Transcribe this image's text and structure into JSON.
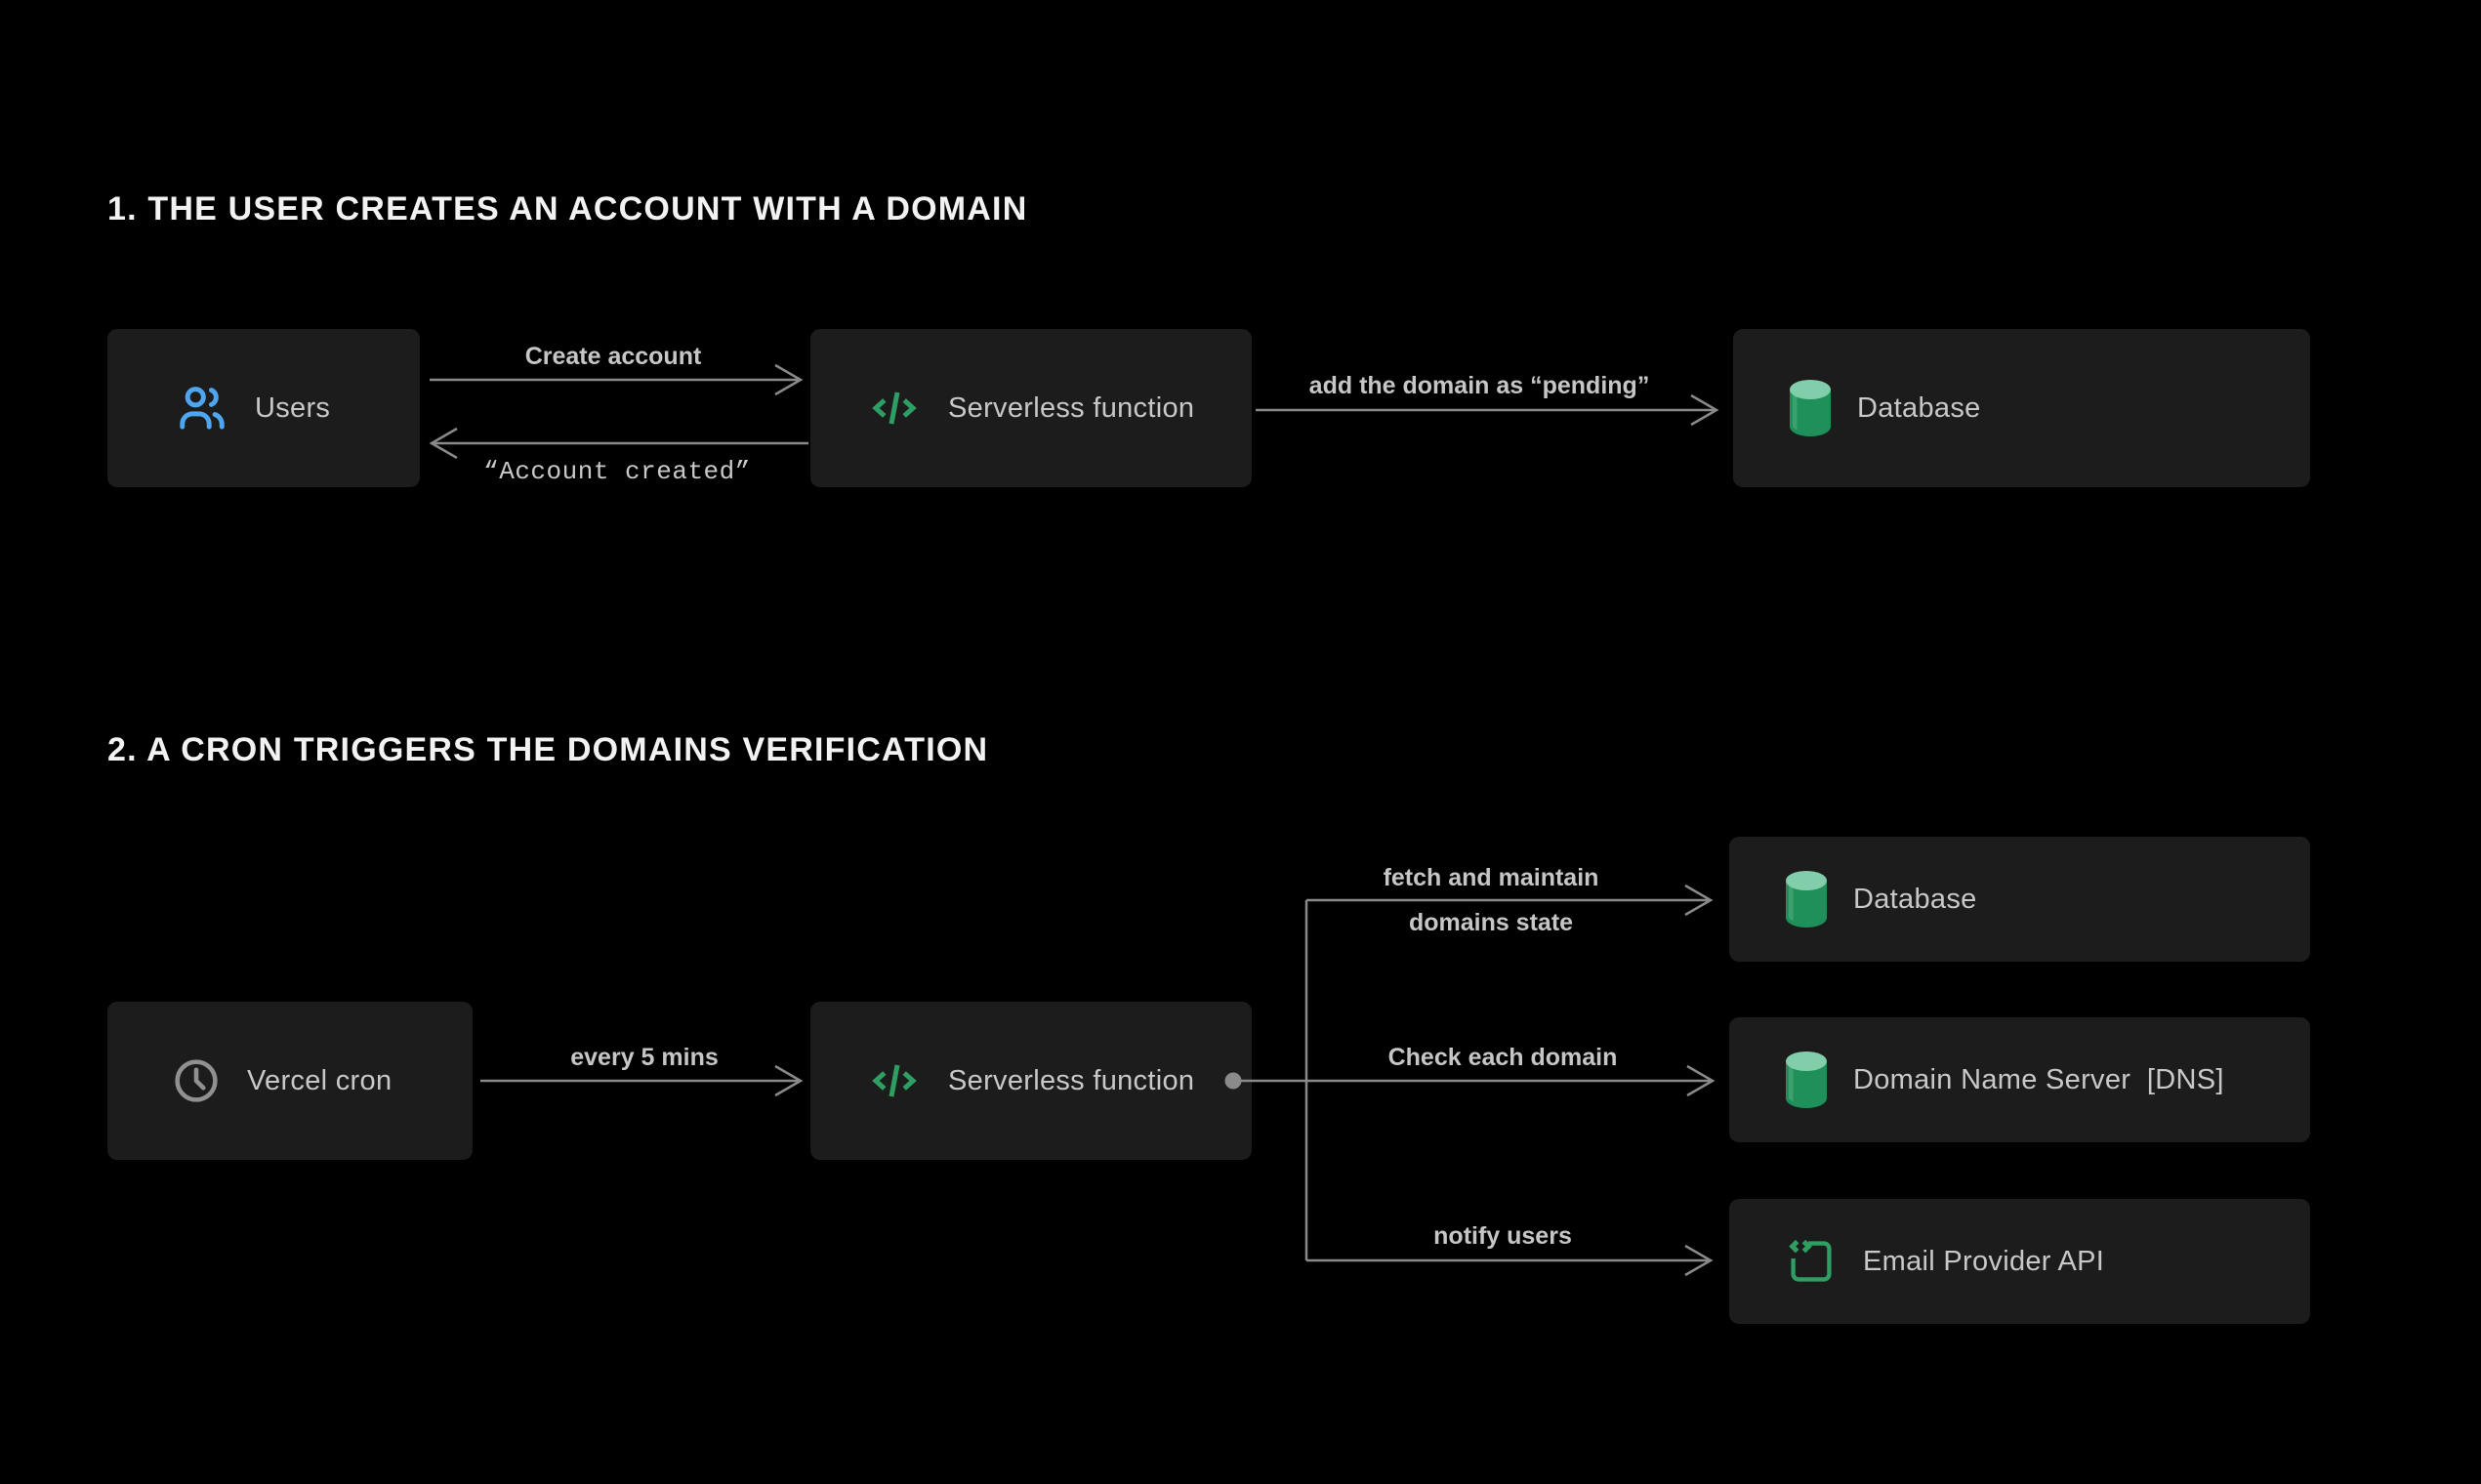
{
  "colors": {
    "background": "#000000",
    "box_background": "#1c1c1c",
    "box_label_text": "#c8c8c8",
    "heading_text": "#f2f2f2",
    "wire_gray": "#8a8a8a",
    "wire_label_text": "#c6c6c6",
    "users_icon_blue": "#4fa5f0",
    "code_icon_green": "#2f9e63",
    "database_top_green": "#82ceaa",
    "database_body_green": "#1f9059",
    "clock_icon_gray": "#909090"
  },
  "sections": [
    {
      "heading": "1. THE USER CREATES AN ACCOUNT WITH A DOMAIN",
      "boxes": [
        {
          "label": "Users",
          "icon": "users-icon"
        },
        {
          "label": "Serverless function",
          "icon": "code-icon"
        },
        {
          "label": "Database",
          "icon": "database-icon"
        }
      ],
      "arrows": [
        {
          "label": "Create account",
          "from": "Users",
          "to": "Serverless function",
          "direction": "right"
        },
        {
          "label": "“Account created”",
          "from": "Serverless function",
          "to": "Users",
          "direction": "left",
          "style": "mono"
        },
        {
          "label": "add the domain as “pending”",
          "from": "Serverless function",
          "to": "Database",
          "direction": "right"
        }
      ]
    },
    {
      "heading": "2. A CRON TRIGGERS THE DOMAINS VERIFICATION",
      "boxes": [
        {
          "label": "Vercel cron",
          "icon": "clock-icon"
        },
        {
          "label": "Serverless function",
          "icon": "code-icon"
        },
        {
          "label": "Database",
          "icon": "database-icon"
        },
        {
          "label": "Domain Name Server  [DNS]",
          "icon": "database-icon"
        },
        {
          "label": "Email Provider API",
          "icon": "api-icon"
        }
      ],
      "arrows": [
        {
          "label": "every 5 mins",
          "from": "Vercel cron",
          "to": "Serverless function",
          "direction": "right"
        },
        {
          "lines": [
            "fetch and maintain",
            "domains state"
          ],
          "from": "Serverless function",
          "to": "Database",
          "direction": "right"
        },
        {
          "label": "Check each domain",
          "from": "Serverless function",
          "to": "Domain Name Server  [DNS]",
          "direction": "right"
        },
        {
          "label": "notify users",
          "from": "Serverless function",
          "to": "Email Provider API",
          "direction": "right"
        }
      ]
    }
  ]
}
